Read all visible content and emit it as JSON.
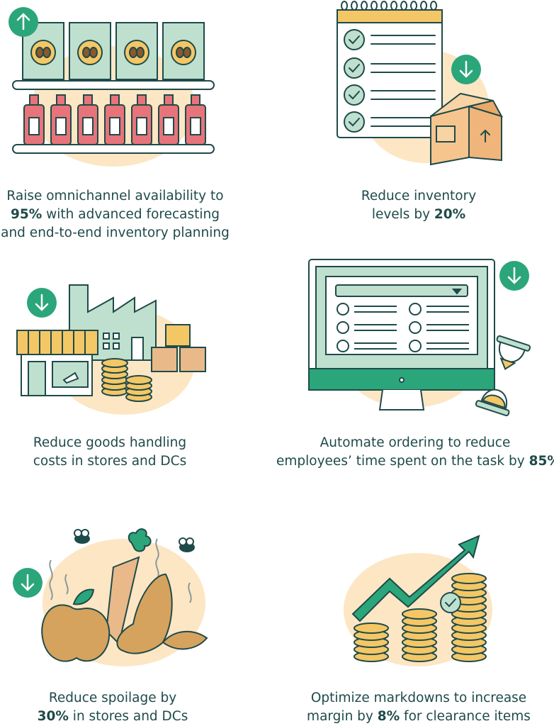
{
  "colors": {
    "ink": "#1f4a4a",
    "teal": "#2aa67a",
    "mint": "#bfe0cf",
    "peach": "#fde6c4",
    "red": "#e7747a",
    "tan": "#e9b98a",
    "gold": "#f4c766"
  },
  "items": [
    {
      "icon": "arrow-up-icon",
      "lines": [
        [
          {
            "t": "Raise omnichannel availability to"
          }
        ],
        [
          {
            "t": "95%",
            "b": true
          },
          {
            "t": " with advanced forecasting"
          }
        ],
        [
          {
            "t": "and end-to-end inventory planning"
          }
        ]
      ]
    },
    {
      "icon": "arrow-down-icon",
      "lines": [
        [
          {
            "t": "Reduce inventory"
          }
        ],
        [
          {
            "t": "levels by "
          },
          {
            "t": "20%",
            "b": true
          }
        ]
      ]
    },
    {
      "icon": "arrow-down-icon",
      "lines": [
        [
          {
            "t": "Reduce goods handling"
          }
        ],
        [
          {
            "t": "costs in stores and DCs"
          }
        ]
      ]
    },
    {
      "icon": "arrow-down-icon",
      "lines": [
        [
          {
            "t": "Automate ordering to reduce"
          }
        ],
        [
          {
            "t": "employees’ time spent on the task by "
          },
          {
            "t": "85%",
            "b": true
          }
        ]
      ]
    },
    {
      "icon": "arrow-down-icon",
      "lines": [
        [
          {
            "t": "Reduce spoilage by"
          }
        ],
        [
          {
            "t": "30%",
            "b": true
          },
          {
            "t": " in stores and DCs"
          }
        ]
      ]
    },
    {
      "icon": "trend-up-arrow-icon",
      "lines": [
        [
          {
            "t": "Optimize markdowns to increase"
          }
        ],
        [
          {
            "t": "margin by "
          },
          {
            "t": "8%",
            "b": true
          },
          {
            "t": " for clearance items"
          }
        ]
      ]
    }
  ]
}
